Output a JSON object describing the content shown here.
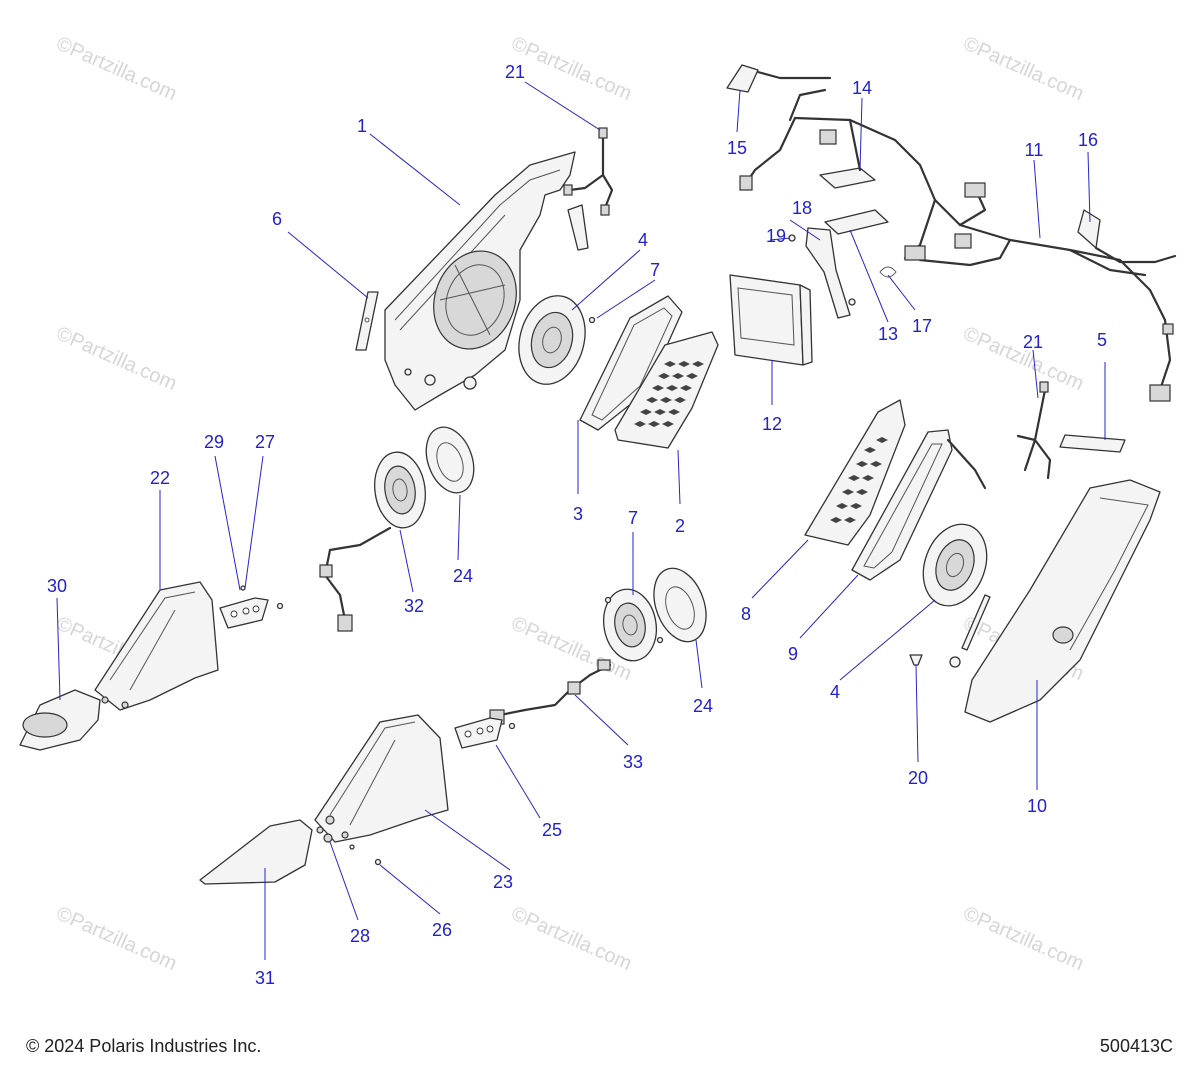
{
  "watermark": {
    "text": "©Partzilla.com"
  },
  "callouts": {
    "c1": "1",
    "c2": "2",
    "c3": "3",
    "c4a": "4",
    "c4b": "4",
    "c5": "5",
    "c6": "6",
    "c7a": "7",
    "c7b": "7",
    "c8": "8",
    "c9": "9",
    "c10": "10",
    "c11": "11",
    "c12": "12",
    "c13": "13",
    "c14": "14",
    "c15": "15",
    "c16": "16",
    "c17": "17",
    "c18": "18",
    "c19": "19",
    "c20": "20",
    "c21a": "21",
    "c21b": "21",
    "c22": "22",
    "c23": "23",
    "c24a": "24",
    "c24b": "24",
    "c25": "25",
    "c26": "26",
    "c27": "27",
    "c28": "28",
    "c29": "29",
    "c30": "30",
    "c31": "31",
    "c32": "32",
    "c33": "33"
  },
  "footer": {
    "copyright": "© 2024 Polaris Industries Inc.",
    "diagram_id": "500413C"
  },
  "colors": {
    "callout": "#2222cc",
    "line": "#333333",
    "watermark": "#d6d6d6"
  }
}
